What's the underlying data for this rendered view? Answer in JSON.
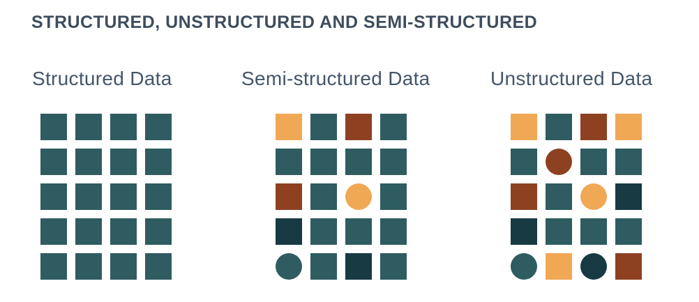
{
  "title": "STRUCTURED, UNSTRUCTURED AND SEMI-STRUCTURED",
  "colors": {
    "teal": "#2f5c60",
    "dark": "#173a43",
    "orange": "#f0a855",
    "rust": "#8e4121"
  },
  "panels": [
    {
      "label": "Structured Data",
      "cells": [
        [
          "teal",
          "square"
        ],
        [
          "teal",
          "square"
        ],
        [
          "teal",
          "square"
        ],
        [
          "teal",
          "square"
        ],
        [
          "teal",
          "square"
        ],
        [
          "teal",
          "square"
        ],
        [
          "teal",
          "square"
        ],
        [
          "teal",
          "square"
        ],
        [
          "teal",
          "square"
        ],
        [
          "teal",
          "square"
        ],
        [
          "teal",
          "square"
        ],
        [
          "teal",
          "square"
        ],
        [
          "teal",
          "square"
        ],
        [
          "teal",
          "square"
        ],
        [
          "teal",
          "square"
        ],
        [
          "teal",
          "square"
        ],
        [
          "teal",
          "square"
        ],
        [
          "teal",
          "square"
        ],
        [
          "teal",
          "square"
        ],
        [
          "teal",
          "square"
        ]
      ]
    },
    {
      "label": "Semi-structured Data",
      "cells": [
        [
          "orange",
          "square"
        ],
        [
          "teal",
          "square"
        ],
        [
          "rust",
          "square"
        ],
        [
          "teal",
          "square"
        ],
        [
          "teal",
          "square"
        ],
        [
          "teal",
          "square"
        ],
        [
          "teal",
          "square"
        ],
        [
          "teal",
          "square"
        ],
        [
          "rust",
          "square"
        ],
        [
          "teal",
          "square"
        ],
        [
          "orange",
          "circle"
        ],
        [
          "teal",
          "square"
        ],
        [
          "dark",
          "square"
        ],
        [
          "teal",
          "square"
        ],
        [
          "teal",
          "square"
        ],
        [
          "teal",
          "square"
        ],
        [
          "teal",
          "circle"
        ],
        [
          "teal",
          "square"
        ],
        [
          "dark",
          "square"
        ],
        [
          "teal",
          "square"
        ]
      ]
    },
    {
      "label": "Unstructured Data",
      "cells": [
        [
          "orange",
          "square"
        ],
        [
          "teal",
          "square"
        ],
        [
          "rust",
          "square"
        ],
        [
          "orange",
          "square"
        ],
        [
          "teal",
          "square"
        ],
        [
          "rust",
          "circle"
        ],
        [
          "teal",
          "square"
        ],
        [
          "teal",
          "square"
        ],
        [
          "rust",
          "square"
        ],
        [
          "teal",
          "square"
        ],
        [
          "orange",
          "circle"
        ],
        [
          "dark",
          "square"
        ],
        [
          "dark",
          "square"
        ],
        [
          "teal",
          "square"
        ],
        [
          "teal",
          "square"
        ],
        [
          "teal",
          "square"
        ],
        [
          "teal",
          "circle"
        ],
        [
          "orange",
          "square"
        ],
        [
          "dark",
          "circle"
        ],
        [
          "rust",
          "square"
        ]
      ]
    }
  ]
}
